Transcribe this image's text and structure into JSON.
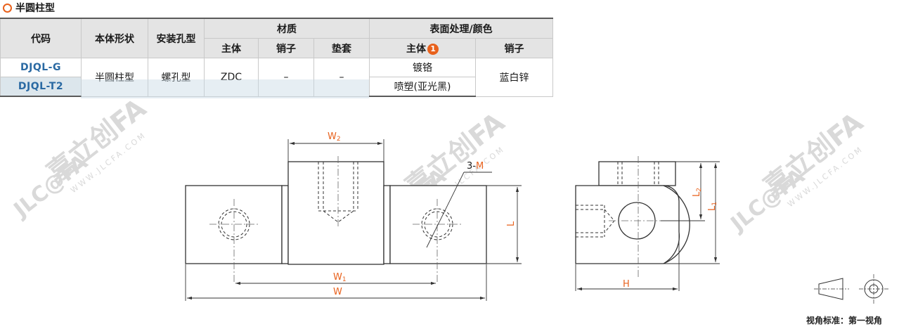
{
  "section": {
    "title": "半圆柱型",
    "marker_icon": "ring-icon",
    "marker_color": "#e8611c"
  },
  "table": {
    "headers": {
      "code": "代码",
      "body_shape": "本体形状",
      "mount_hole": "安装孔型",
      "material": "材质",
      "finish": "表面处理/颜色",
      "material_sub": [
        "主体",
        "销子",
        "垫套"
      ],
      "finish_sub_main": "主体",
      "finish_sub_main_badge": "1",
      "finish_sub_pin": "销子"
    },
    "rows": [
      {
        "code": "DJQL-G",
        "finish_main": "镀铬"
      },
      {
        "code": "DJQL-T2",
        "finish_main": "喷塑(亚光黑)"
      }
    ],
    "shared": {
      "body_shape": "半圆柱型",
      "mount_hole": "螺孔型",
      "material_main": "ZDC",
      "material_pin": "–",
      "material_sleeve": "–",
      "finish_pin": "蓝白锌"
    }
  },
  "drawing": {
    "labels": {
      "w2_main": "W",
      "w2_sub": "2",
      "w1_main": "W",
      "w1_sub": "1",
      "w": "W",
      "l": "L",
      "m_prefix": "3-",
      "m": "M",
      "h": "H",
      "l1_main": "L",
      "l1_sub": "1",
      "l2_main": "L",
      "l2_sub": "2"
    },
    "dimension_color": "#e8611c",
    "watermark": {
      "brand": "嘉立创FA",
      "logo": "JLC@FA",
      "url": "WWW.JLCFA.COM"
    }
  },
  "view_standard": "视角标准：第一视角"
}
